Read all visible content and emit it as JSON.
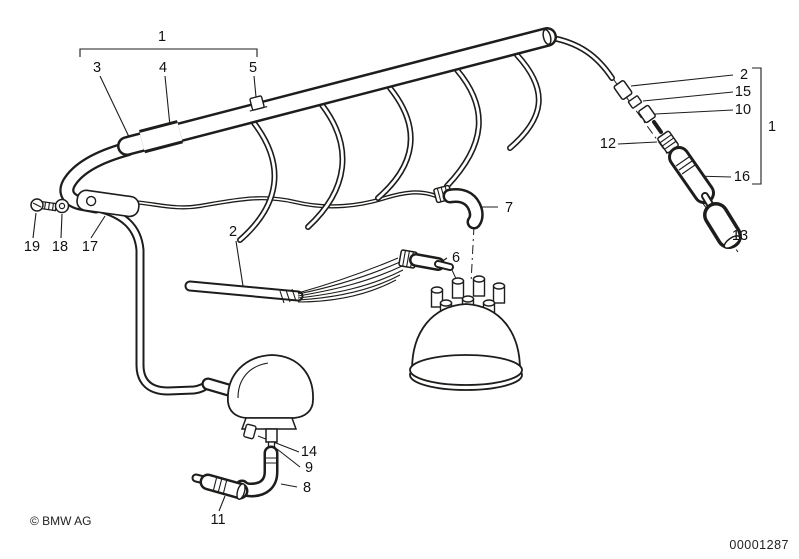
{
  "diagram": {
    "name": "ignition-wiring-parts-drawing",
    "background": "#ffffff",
    "line_color": "#1d1d1b"
  },
  "callouts": [
    {
      "id": "callout-1-top",
      "label": "1"
    },
    {
      "id": "callout-3",
      "label": "3"
    },
    {
      "id": "callout-4",
      "label": "4"
    },
    {
      "id": "callout-5",
      "label": "5"
    },
    {
      "id": "callout-2-right",
      "label": "2"
    },
    {
      "id": "callout-15",
      "label": "15"
    },
    {
      "id": "callout-10",
      "label": "10"
    },
    {
      "id": "callout-1-right",
      "label": "1"
    },
    {
      "id": "callout-12",
      "label": "12"
    },
    {
      "id": "callout-16",
      "label": "16"
    },
    {
      "id": "callout-13",
      "label": "13"
    },
    {
      "id": "callout-7",
      "label": "7"
    },
    {
      "id": "callout-6",
      "label": "6"
    },
    {
      "id": "callout-2-mid",
      "label": "2"
    },
    {
      "id": "callout-19",
      "label": "19"
    },
    {
      "id": "callout-18",
      "label": "18"
    },
    {
      "id": "callout-17",
      "label": "17"
    },
    {
      "id": "callout-14",
      "label": "14"
    },
    {
      "id": "callout-9",
      "label": "9"
    },
    {
      "id": "callout-8",
      "label": "8"
    },
    {
      "id": "callout-11",
      "label": "11"
    }
  ],
  "footer": {
    "copyright": "© BMW AG",
    "document_number": "00001287"
  }
}
